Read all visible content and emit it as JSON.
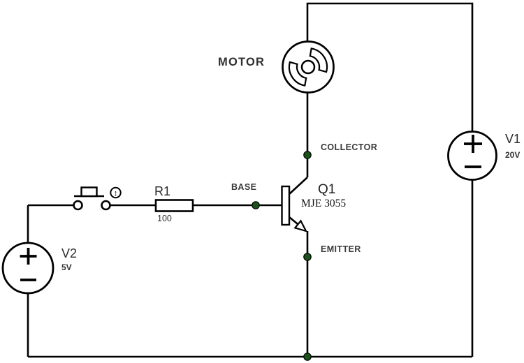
{
  "circuit": {
    "motor": {
      "label": "MOTOR"
    },
    "transistor": {
      "ref": "Q1",
      "part": "MJE 3055",
      "collector_label": "COLLECTOR",
      "base_label": "BASE",
      "emitter_label": "EMITTER"
    },
    "resistor": {
      "ref": "R1",
      "value": "100"
    },
    "source_v1": {
      "ref": "V1",
      "value": "20V"
    },
    "source_v2": {
      "ref": "V2",
      "value": "5V"
    },
    "pushbutton": {
      "key_icon": "↕"
    }
  },
  "colors": {
    "wire": "#000000",
    "junction_dot": "#1a531a",
    "pin_label": "#3a3a3a",
    "background": "#ffffff"
  }
}
